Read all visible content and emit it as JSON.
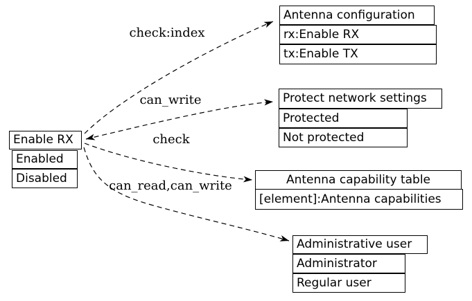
{
  "diagram": {
    "background_color": "#ffffff",
    "line_color": "#000000",
    "text_color": "#000000",
    "nodes": {
      "enable_rx": {
        "title": "Enable RX",
        "rows": [
          "Enabled",
          "Disabled"
        ]
      },
      "antenna_configuration": {
        "title": "Antenna configuration",
        "rows": [
          "rx:Enable RX",
          "tx:Enable TX"
        ]
      },
      "protect_network_settings": {
        "title": "Protect network settings",
        "rows": [
          "Protected",
          "Not protected"
        ]
      },
      "antenna_capability_table": {
        "title": "Antenna capability table",
        "rows": [
          "[element]:Antenna capabilities"
        ]
      },
      "administrative_user": {
        "title": "Administrative user",
        "rows": [
          "Administrator",
          "Regular user"
        ]
      }
    },
    "edges": [
      {
        "label": "check:index",
        "from": "Enable RX",
        "to": "Antenna configuration",
        "line": "dashed",
        "arrows": "to"
      },
      {
        "label": "can_write",
        "from": "Enable RX",
        "to": "Protect network settings",
        "line": "dashed",
        "arrows": "both"
      },
      {
        "label": "check",
        "from": "Enable RX",
        "to": "Antenna capability table",
        "line": "dashed",
        "arrows": "to"
      },
      {
        "label": "can_read,can_write",
        "from": "Enable RX",
        "to": "Administrative user",
        "line": "dashed",
        "arrows": "to"
      }
    ]
  }
}
